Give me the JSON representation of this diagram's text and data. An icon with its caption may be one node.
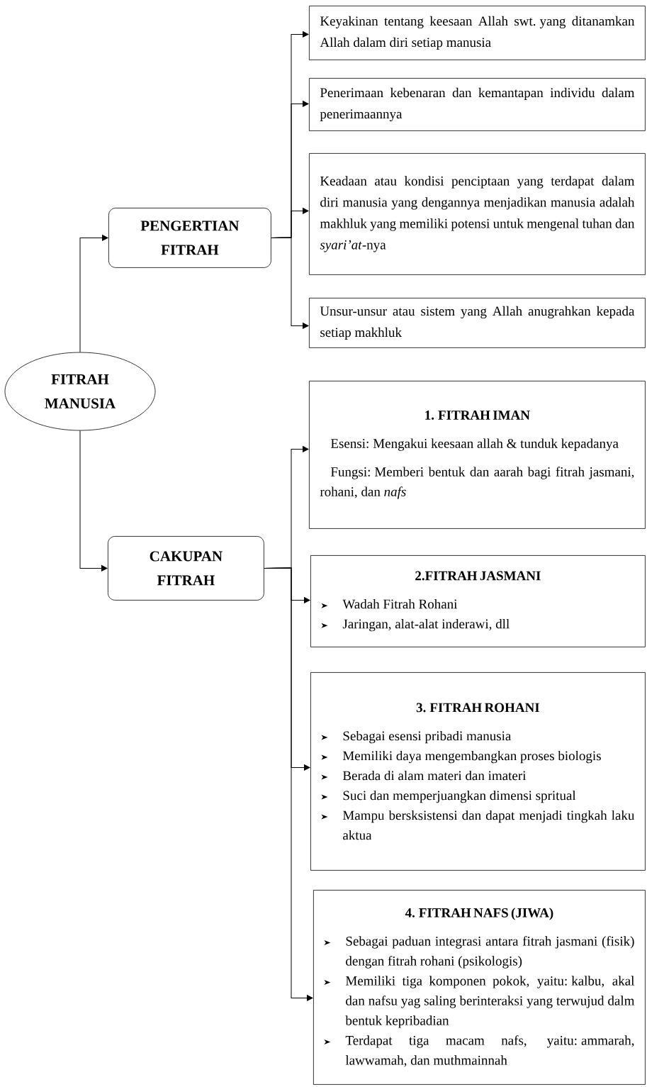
{
  "diagram": {
    "nodes": [
      {
        "text": [
          "FITRAH MANUSIA"
        ]
      },
      {
        "text": [
          "PENGERTIAN FITRAH"
        ]
      },
      {
        "text": [
          "Keyakinan tentang keesaan Allah swt. yang ditanamkan Allah dalam diri setiap manusia"
        ]
      },
      {
        "text": [
          "Penerimaan kebenaran dan kemantapan individu dalam penerimaannya"
        ]
      },
      {
        "text": [
          "Keadaan atau kondisi penciptaan yang terdapat dalam diri manusia yang dengannya menjadikan manusia adalah makhluk yang memiliki potensi untuk mengenal tuhan dan *syari’at*-nya"
        ]
      },
      {
        "text": [
          "Unsur-unsur atau sistem yang Allah anugrahkan kepada setiap makhluk"
        ]
      },
      {
        "text": [
          "CAKUPAN FITRAH"
        ]
      },
      {
        "text": [
          "1. FITRAH IMAN",
          "Esensi: Mengakui keesaan allah & tunduk kepadanya",
          "Fungsi: Memberi bentuk dan aarah bagi fitrah jasmani, rohani, dan *nafs*"
        ]
      },
      {
        "text": [
          "2.FITRAH JASMANI",
          "Wadah Fitrah Rohani",
          "Jaringan, alat-alat inderawi, dll"
        ]
      },
      {
        "text": [
          "3. FITRAH ROHANI",
          "Sebagai esensi pribadi manusia",
          "Memiliki daya mengembangkan proses biologis",
          "Berada di alam materi dan imateri",
          "Suci dan memperjuangkan dimensi spritual",
          "Mampu bersksistensi dan dapat menjadi tingkah laku aktua"
        ]
      },
      {
        "text": [
          "4. FITRAH NAFS (JIWA)",
          "Sebagai paduan integrasi antara fitrah jasmani (fisik) dengan fitrah rohani (psikologis)",
          "Memiliki tiga komponen pokok, yaitu: kalbu, akal dan nafsu yag saling berinteraksi yang terwujud dalm bentuk kepribadian",
          "Terdapat tiga macam nafs, yaitu: ammarah, lawwamah, dan muthmainnah"
        ]
      }
    ],
    "edges": [
      {
        "from": 0,
        "to": 1,
        "arrow": "to"
      },
      {
        "from": 0,
        "to": 6,
        "arrow": "to"
      },
      {
        "from": 1,
        "to": 2,
        "arrow": "to"
      },
      {
        "from": 1,
        "to": 3,
        "arrow": "to"
      },
      {
        "from": 1,
        "to": 4,
        "arrow": "to"
      },
      {
        "from": 1,
        "to": 5,
        "arrow": "to"
      },
      {
        "from": 6,
        "to": 7,
        "arrow": "to"
      },
      {
        "from": 6,
        "to": 8,
        "arrow": "to"
      },
      {
        "from": 6,
        "to": 9,
        "arrow": "to"
      },
      {
        "from": 6,
        "to": 10,
        "arrow": "to"
      }
    ]
  }
}
